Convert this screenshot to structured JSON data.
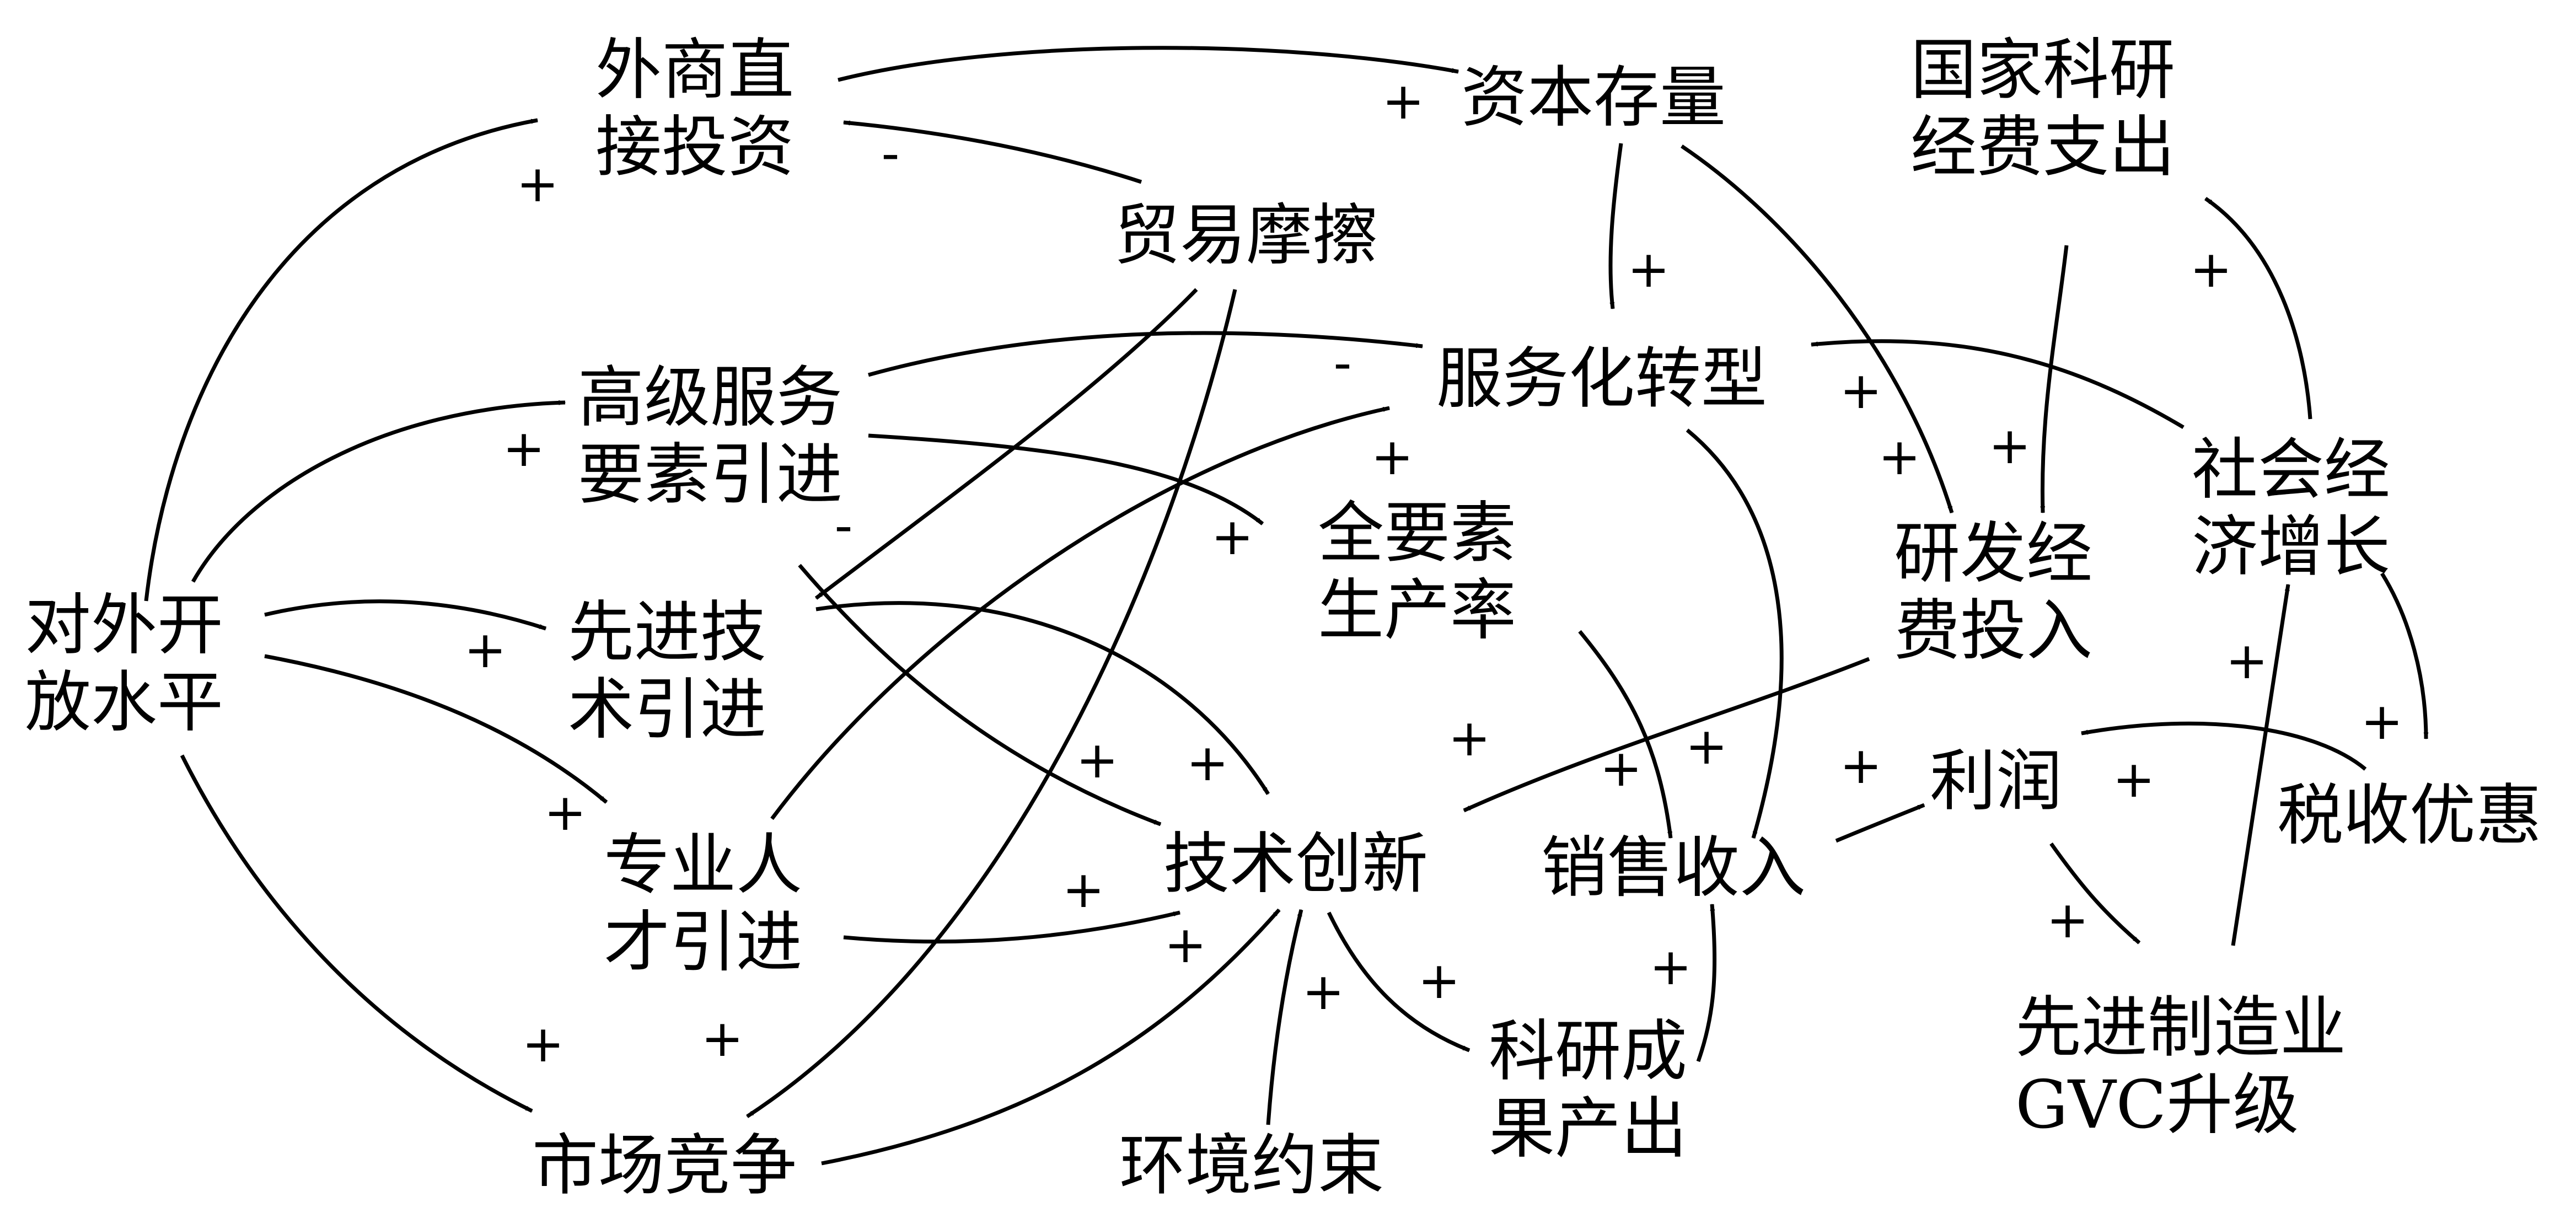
{
  "nodes": {
    "fdi": [
      "外商直",
      "接投资"
    ],
    "capital_stock": [
      "资本存量"
    ],
    "national_rd": [
      "国家科研",
      "经费支出"
    ],
    "trade_friction": [
      "贸易摩擦"
    ],
    "advanced_service": [
      "高级服务",
      "要素引进"
    ],
    "servitization": [
      "服务化转型"
    ],
    "tfp": [
      "全要素",
      "生产率"
    ],
    "rd_input": [
      "研发经",
      "费投入"
    ],
    "social_growth": [
      "社会经",
      "济增长"
    ],
    "openness": [
      "对外开",
      "放水平"
    ],
    "advanced_tech": [
      "先进技",
      "术引进"
    ],
    "talent": [
      "专业人",
      "才引进"
    ],
    "tech_innovation": [
      "技术创新"
    ],
    "sales_revenue": [
      "销售收入"
    ],
    "profit": [
      "利润"
    ],
    "tax_incentive": [
      "税收优惠"
    ],
    "manufacturing_gvc": [
      "先进制造业",
      "GVC升级"
    ],
    "market_competition": [
      "市场竞争"
    ],
    "env_constraint": [
      "环境约束"
    ],
    "research_output": [
      "科研成",
      "果产出"
    ]
  },
  "edges": [
    {
      "from": "openness",
      "to": "fdi",
      "sign": "+"
    },
    {
      "from": "openness",
      "to": "advanced_service",
      "sign": "+"
    },
    {
      "from": "openness",
      "to": "advanced_tech",
      "sign": "+"
    },
    {
      "from": "openness",
      "to": "talent",
      "sign": "+"
    },
    {
      "from": "openness",
      "to": "market_competition",
      "sign": "+"
    },
    {
      "from": "fdi",
      "to": "capital_stock",
      "sign": "+"
    },
    {
      "from": "trade_friction",
      "to": "fdi",
      "sign": "-"
    },
    {
      "from": "trade_friction",
      "to": "advanced_tech",
      "sign": "-"
    },
    {
      "from": "trade_friction",
      "to": "market_competition",
      "sign": "+"
    },
    {
      "from": "capital_stock",
      "to": "servitization",
      "sign": "+"
    },
    {
      "from": "capital_stock",
      "to": "rd_input",
      "sign": "+"
    },
    {
      "from": "national_rd",
      "to": "rd_input",
      "sign": "+"
    },
    {
      "from": "advanced_service",
      "to": "servitization",
      "sign": "-"
    },
    {
      "from": "advanced_service",
      "to": "tfp",
      "sign": "+"
    },
    {
      "from": "advanced_service",
      "to": "tech_innovation",
      "sign": "+"
    },
    {
      "from": "social_growth",
      "to": "servitization",
      "sign": "+"
    },
    {
      "from": "social_growth",
      "to": "national_rd",
      "sign": "+"
    },
    {
      "from": "social_growth",
      "to": "tax_incentive",
      "sign": "+"
    },
    {
      "from": "talent",
      "to": "servitization",
      "sign": "+"
    },
    {
      "from": "advanced_tech",
      "to": "tech_innovation",
      "sign": "+"
    },
    {
      "from": "talent",
      "to": "tech_innovation",
      "sign": "+"
    },
    {
      "from": "market_competition",
      "to": "tech_innovation",
      "sign": "+"
    },
    {
      "from": "env_constraint",
      "to": "tech_innovation",
      "sign": "+"
    },
    {
      "from": "rd_input",
      "to": "tech_innovation",
      "sign": "+"
    },
    {
      "from": "servitization",
      "to": "sales_revenue",
      "sign": "+"
    },
    {
      "from": "tfp",
      "to": "sales_revenue",
      "sign": "+"
    },
    {
      "from": "research_output",
      "to": "sales_revenue",
      "sign": "+"
    },
    {
      "from": "tech_innovation",
      "to": "research_output",
      "sign": "+"
    },
    {
      "from": "sales_revenue",
      "to": "profit",
      "sign": "+"
    },
    {
      "from": "tax_incentive",
      "to": "profit",
      "sign": "+"
    },
    {
      "from": "profit",
      "to": "manufacturing_gvc",
      "sign": "+"
    },
    {
      "from": "manufacturing_gvc",
      "to": "social_growth",
      "sign": "+"
    }
  ]
}
